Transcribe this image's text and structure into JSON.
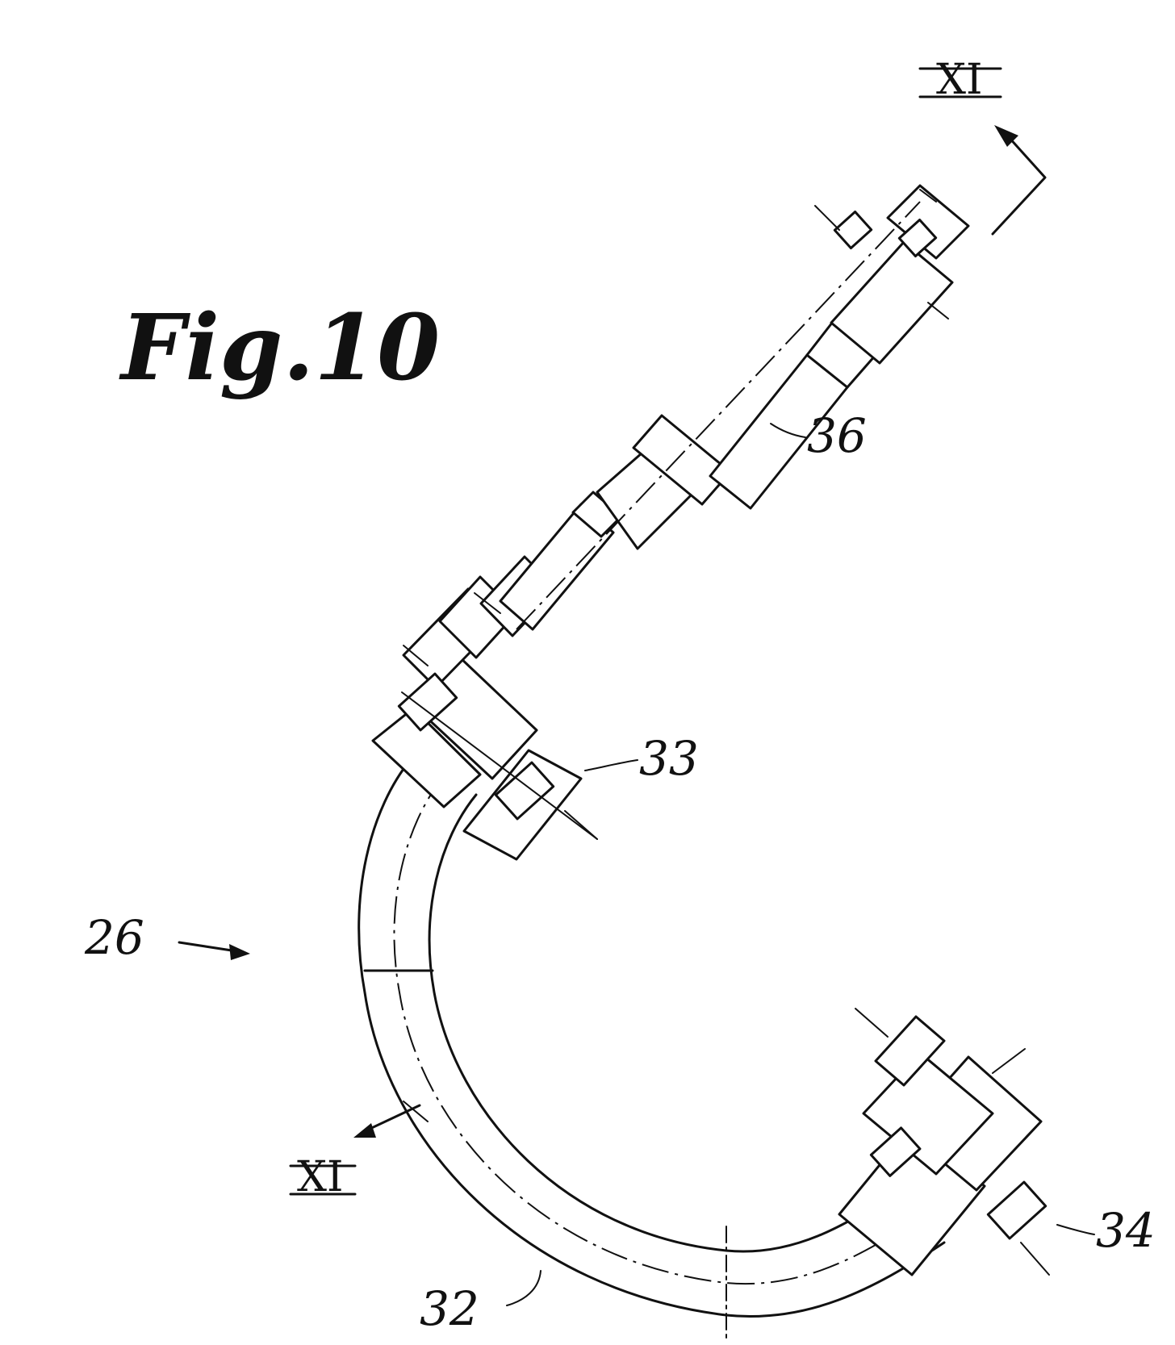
{
  "figure": {
    "title": "Fig.10"
  },
  "section_marks": {
    "top": "XI",
    "bottom": "XI"
  },
  "reference_numerals": {
    "assembly": "26",
    "bend": "32",
    "flange_upper": "33",
    "flange_lower": "34",
    "rod": "36"
  },
  "colors": {
    "ink": "#111111",
    "paper": "#ffffff"
  }
}
